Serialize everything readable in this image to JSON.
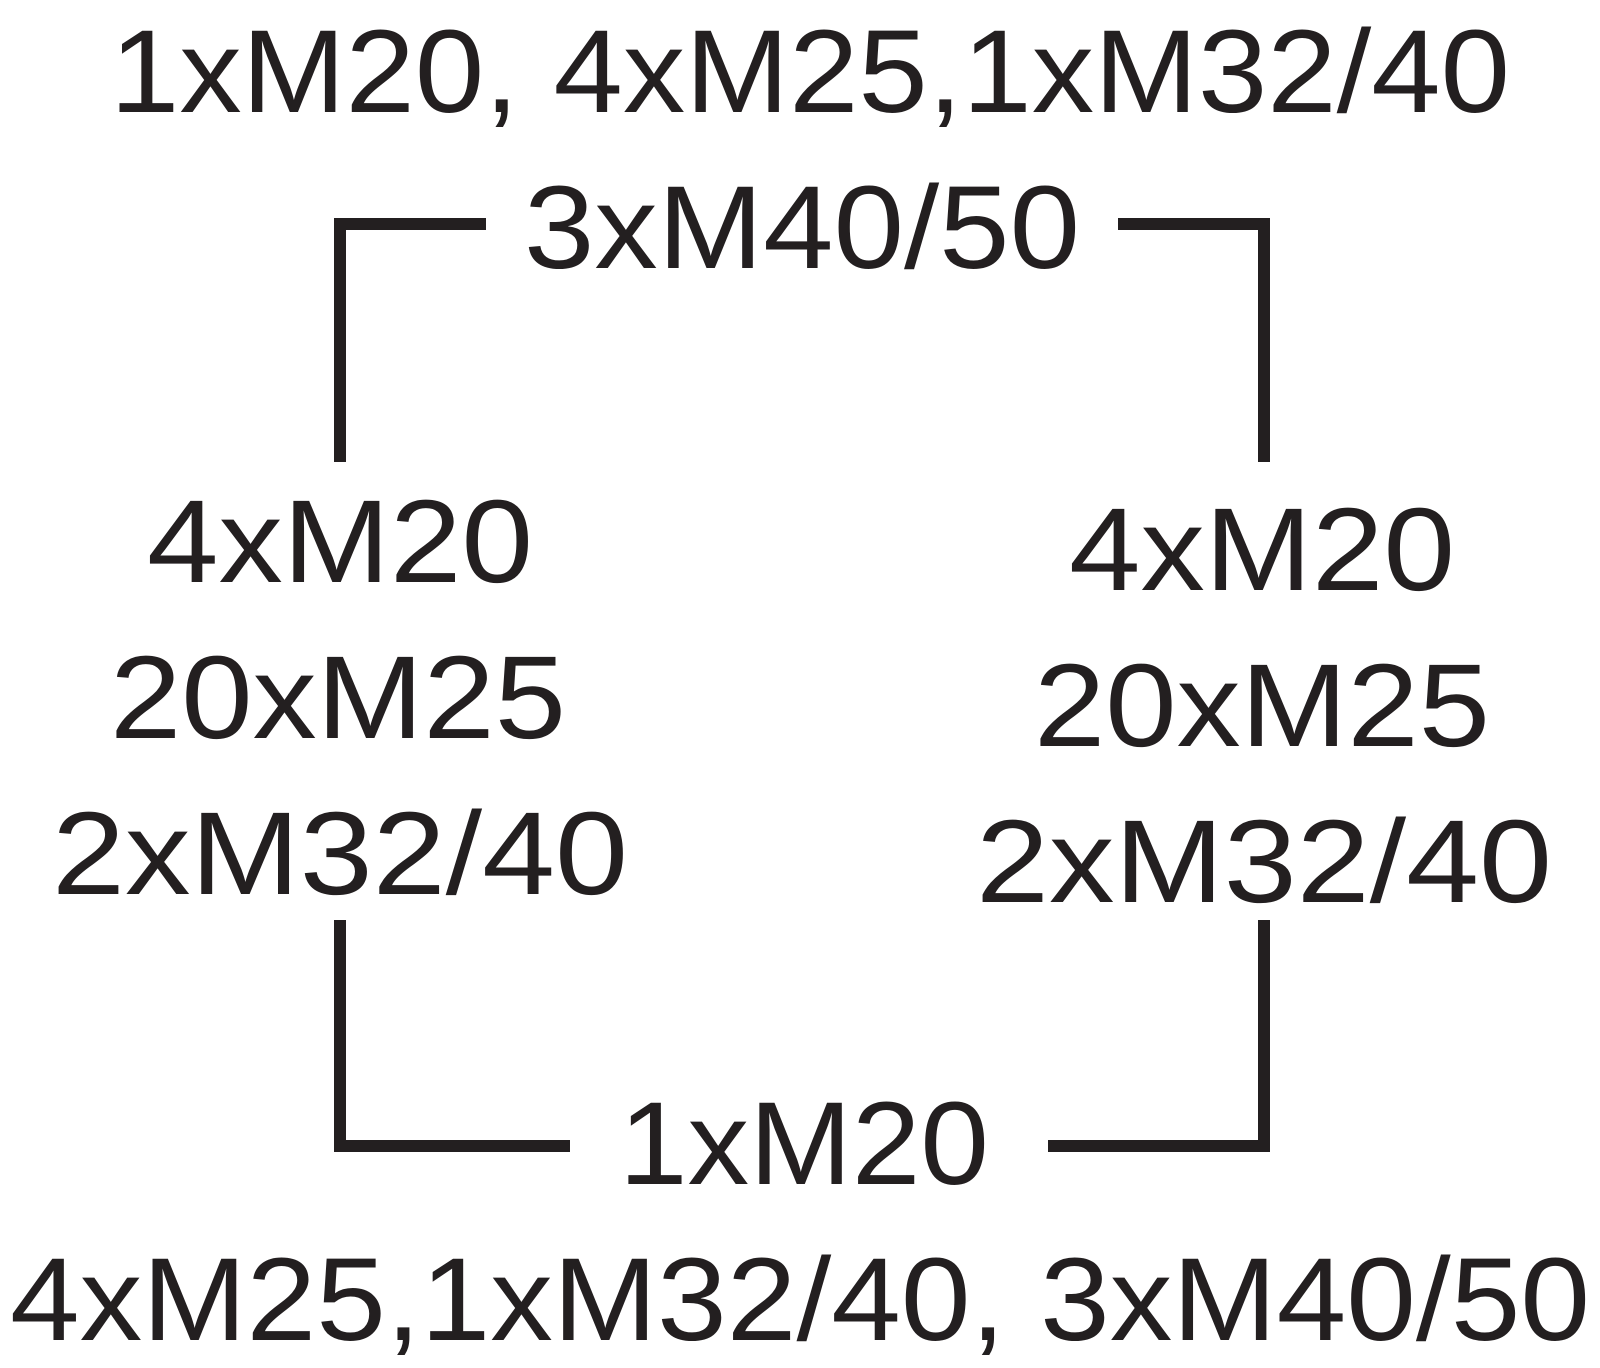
{
  "top": {
    "line1": "1xM20, 4xM25,1xM32/40",
    "line2": "3xM40/50"
  },
  "left": {
    "line1": "4xM20",
    "line2": "20xM25",
    "line3": "2xM32/40"
  },
  "right": {
    "line1": "4xM20",
    "line2": "20xM25",
    "line3": "2xM32/40"
  },
  "bottom": {
    "line1": "1xM20",
    "line2": "4xM25,1xM32/40, 3xM40/50"
  },
  "colors": {
    "ink": "#231f20",
    "background": "#ffffff"
  }
}
